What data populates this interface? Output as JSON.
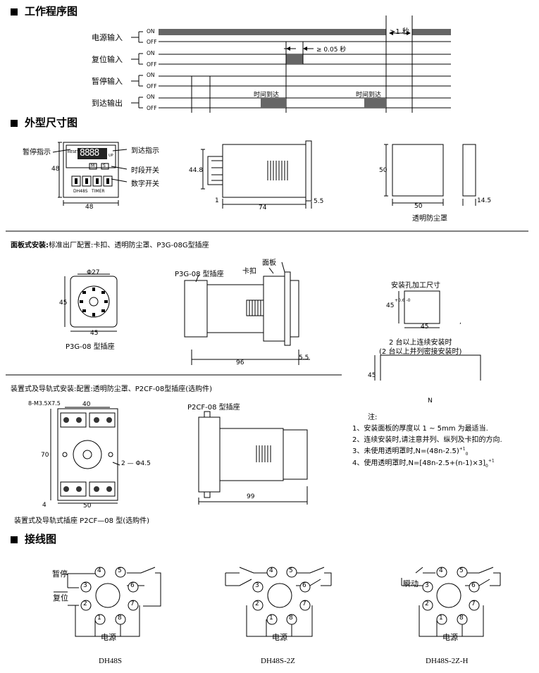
{
  "sections": {
    "timing": "工作程序图",
    "dimensions": "外型尺寸图",
    "wiring": "接线图"
  },
  "timing": {
    "signals": [
      "电源输入",
      "复位输入",
      "暂停输入",
      "到达输出"
    ],
    "on": "ON",
    "off": "OFF",
    "gt1s": ">1 秒",
    "ge005s": "≥ 0.05 秒",
    "arrival1": "时间到达",
    "arrival2": "时间到达"
  },
  "front": {
    "pause_indicator": "暂停指示",
    "arrival_indicator": "到达指示",
    "period_switch": "时段开关",
    "digit_switch": "数字开关",
    "reset": "RESET",
    "up": "UP",
    "digits": "8888",
    "model_label": "DH48S",
    "timer_label": "TIMER",
    "m": "M",
    "s": "S",
    "h48": "48",
    "w48": "48"
  },
  "side": {
    "h448": "44.8",
    "d1": "1",
    "d74": "74",
    "d55": "5.5"
  },
  "cover": {
    "h50": "50",
    "w50": "50",
    "d145": "14.5",
    "label": "透明防尘罩"
  },
  "panel": {
    "title": "面板式安装:",
    "desc": "标准出厂配置:卡扣、透明防尘罩、P3G-08G型插座",
    "phi27": "Φ27",
    "d45h": "45",
    "d45w": "45",
    "socket_caption": "P3G-08 型插座",
    "p3g_label": "P3G-08 型插座",
    "clip_label": "卡扣",
    "panel_label": "面板",
    "d96": "96",
    "d55": "5.5"
  },
  "cutout": {
    "title": "安装孔加工尺寸",
    "h": "45",
    "w": "45",
    "tol": "+0.6 -0",
    "multi1": "2 台以上连续安装时",
    "multi2": "(2 台以上并列密接安装时)",
    "mh": "45",
    "n": "N",
    "comma": ","
  },
  "notes": {
    "title": "注:",
    "items": [
      "1、安装面板的厚度以 1 ~ 5mm 为最适当.",
      "2、连续安装时,请注意并列、纵列及卡扣的方向.",
      "3、未使用透明罩时,N=(48n-2.5)",
      "4、使用透明罩时,N=[48n-2.5+(n-1)×3]"
    ],
    "sup": "+1",
    "sub": "0"
  },
  "rail": {
    "title": "装置式及导轨式安装:配置:透明防尘罩、P2CF-08型插座(选购件)",
    "m35": "8-M3.5X7.5",
    "d40": "40",
    "d70": "70",
    "d4": "4",
    "d50": "50",
    "phi45": "2 — Φ4.5",
    "caption": "装置式及导轨式插座 P2CF—08 型(选购件)",
    "p2cf_label": "P2CF-08 型插座",
    "d99": "99"
  },
  "wiring": {
    "pause": "暂停",
    "reset": "复位",
    "power": "电源",
    "momentary": "瞬动",
    "models": [
      "DH48S",
      "DH48S-2Z",
      "DH48S-2Z-H"
    ],
    "pins": [
      "1",
      "2",
      "3",
      "4",
      "5",
      "6",
      "7",
      "8"
    ]
  }
}
